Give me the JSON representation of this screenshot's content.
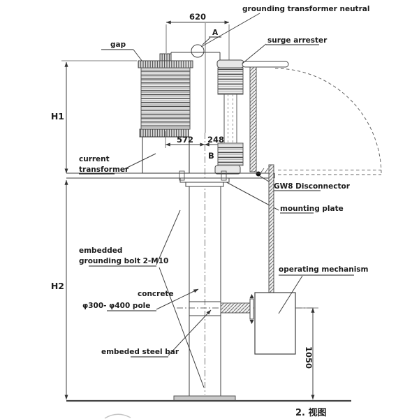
{
  "drawing": {
    "caption": "2. 视图",
    "labels": {
      "grounding_neutral": "grounding transformer neutral",
      "a": "A",
      "b": "B",
      "gap": "gap",
      "surge_arrester": "surge arrester",
      "current_1": "current",
      "current_2": "transformer",
      "disconnector": "GW8 Disconnector",
      "mounting_plate": "mounting plate",
      "bolt_1": "embedded",
      "bolt_2": "grounding bolt 2-M10",
      "concrete_1": "concrete",
      "concrete_2": "φ300- φ400 pole",
      "steel_bar": "embeded steel bar",
      "operating_mechanism": "operating mechanism"
    },
    "dims": {
      "d620": "620",
      "d572": "572",
      "d248": "248",
      "h1": "H1",
      "h2": "H2",
      "d1050": "1050"
    }
  }
}
